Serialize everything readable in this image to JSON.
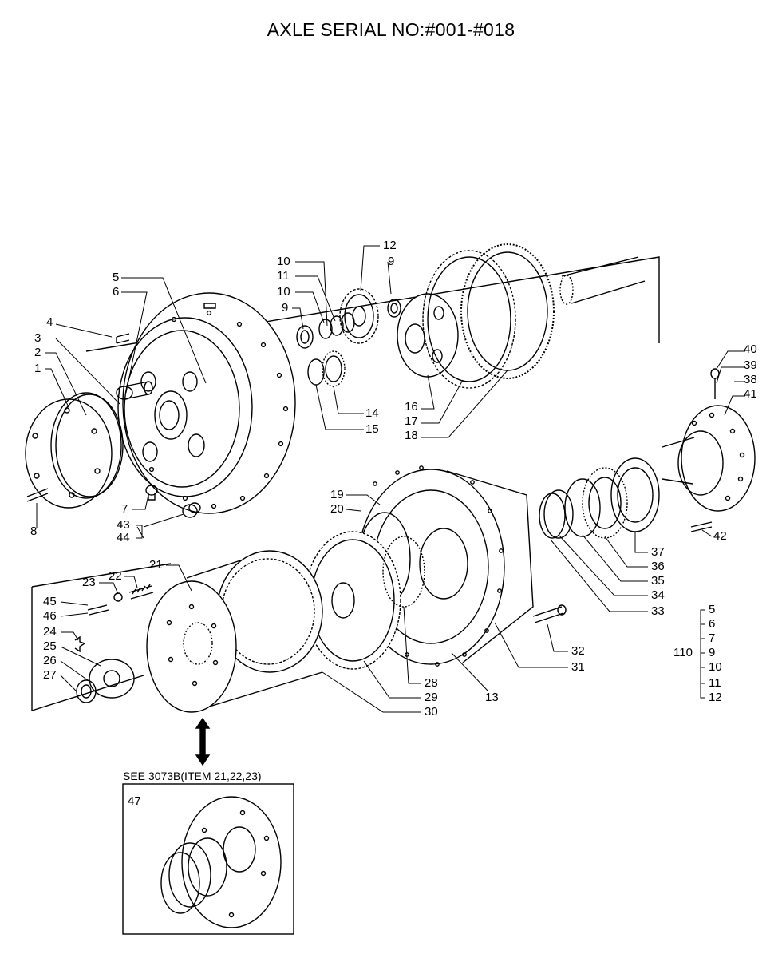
{
  "title": "AXLE SERIAL NO:#001-#018",
  "inset": {
    "see_note": "SEE 3073B(ITEM 21,22,23)",
    "number": "47"
  },
  "callouts": {
    "c1": "1",
    "c2": "2",
    "c3": "3",
    "c4": "4",
    "c5": "5",
    "c6": "6",
    "c7": "7",
    "c8": "8",
    "c9a": "9",
    "c9b": "9",
    "c10a": "10",
    "c10b": "10",
    "c11": "11",
    "c12": "12",
    "c14": "14",
    "c15": "15",
    "c16": "16",
    "c17": "17",
    "c18": "18",
    "c19": "19",
    "c20": "20",
    "c21": "21",
    "c22": "22",
    "c23": "23",
    "c24": "24",
    "c25": "25",
    "c26": "26",
    "c27": "27",
    "c28": "28",
    "c29": "29",
    "c30": "30",
    "c13": "13",
    "c31": "31",
    "c32": "32",
    "c33": "33",
    "c34": "34",
    "c35": "35",
    "c36": "36",
    "c37": "37",
    "c38": "38",
    "c39": "39",
    "c40": "40",
    "c41": "41",
    "c42": "42",
    "c43": "43",
    "c44": "44",
    "c45": "45",
    "c46": "46"
  },
  "kit": {
    "label": "110",
    "items": [
      "5",
      "6",
      "7",
      "9",
      "10",
      "11",
      "12"
    ]
  }
}
